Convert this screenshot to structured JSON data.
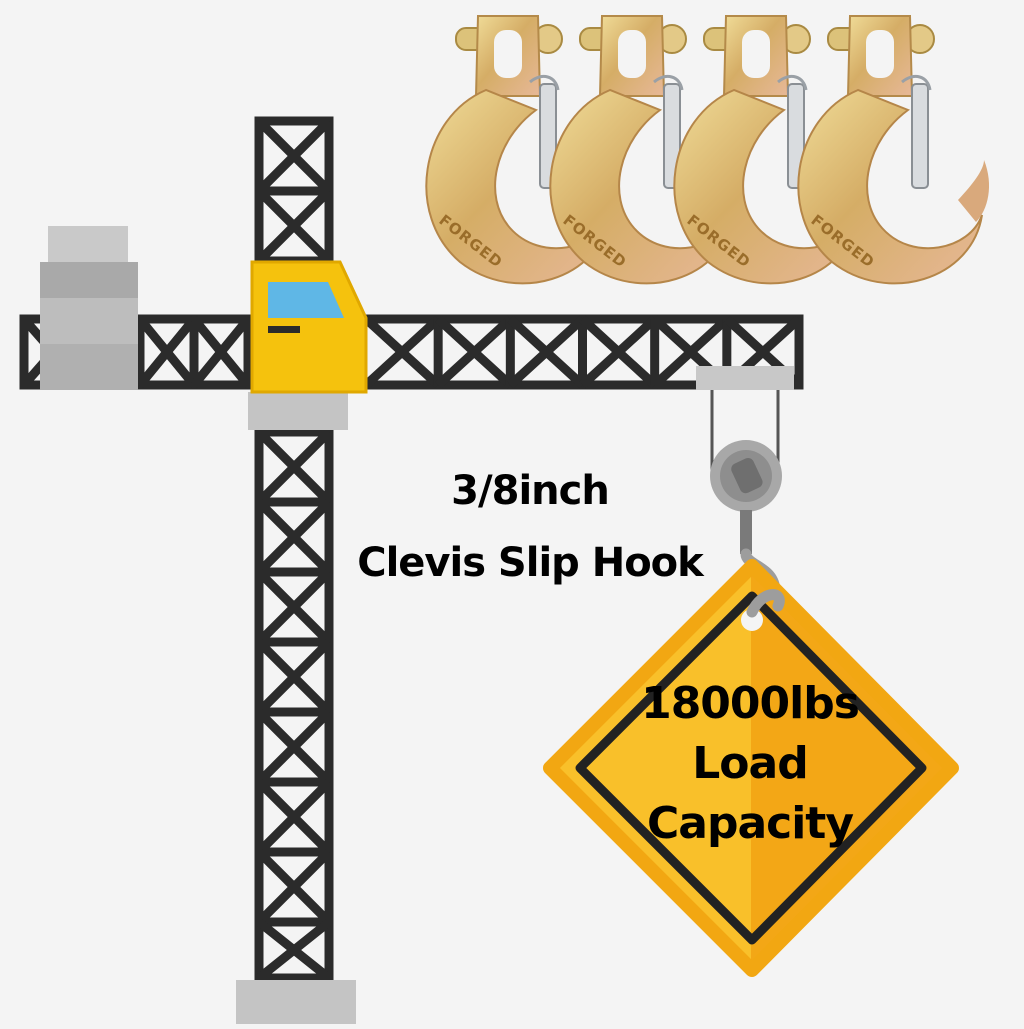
{
  "headline": {
    "line1": "3/8inch",
    "line2": "Clevis Slip Hook"
  },
  "sign": {
    "line1": "18000lbs",
    "line2": "Load",
    "line3": "Capacity"
  },
  "hook_stamp": "FORGED",
  "hook_count": 4,
  "colors": {
    "background": "#f4f4f4",
    "crane_steel": "#2b2b2b",
    "crane_cab": "#f5c20d",
    "cab_window": "#5fb7e6",
    "counterweight": "#b5b5b5",
    "sign_yellow": "#f7b21a",
    "hook_gold": "#d9b26a"
  }
}
